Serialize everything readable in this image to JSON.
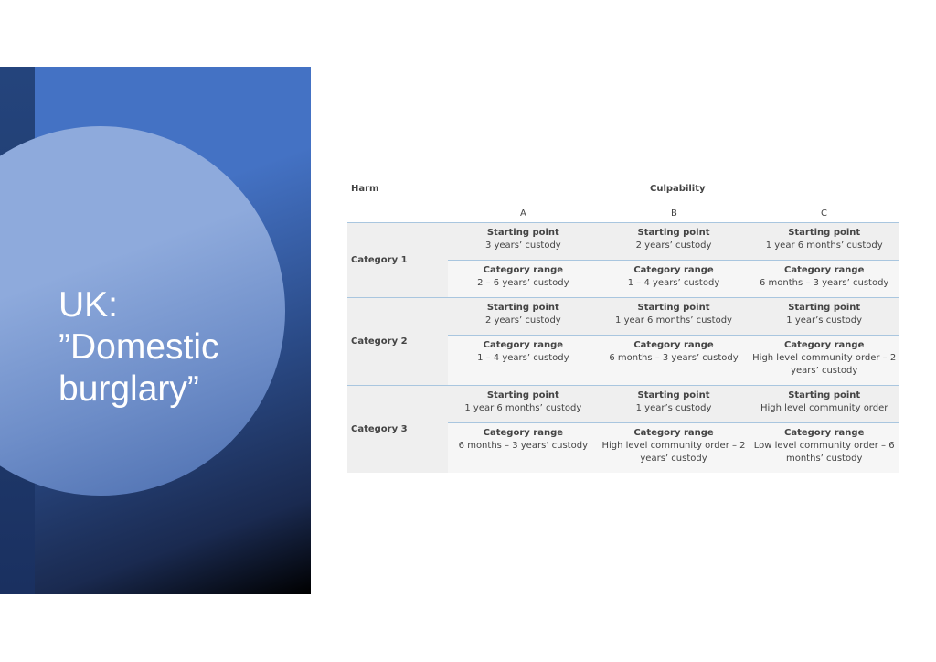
{
  "slide": {
    "title": "UK:\n”Domestic\nburglary”"
  },
  "table": {
    "harm_label": "Harm",
    "culpability_label": "Culpability",
    "columns": [
      "A",
      "B",
      "C"
    ],
    "rows": [
      {
        "category": "Category 1",
        "starting": [
          {
            "label": "Starting point",
            "value": "3 years’ custody"
          },
          {
            "label": "Starting point",
            "value": "2 years’ custody"
          },
          {
            "label": "Starting point",
            "value": "1 year 6 months’  custody"
          }
        ],
        "range": [
          {
            "label": "Category range",
            "value": "2 – 6 years’ custody"
          },
          {
            "label": "Category range",
            "value": "1 – 4 years’ custody"
          },
          {
            "label": "Category range",
            "value": "6 months – 3 years’ custody"
          }
        ]
      },
      {
        "category": "Category 2",
        "starting": [
          {
            "label": "Starting point",
            "value": "2 years’ custody"
          },
          {
            "label": "Starting point",
            "value": "1 year 6 months’  custody"
          },
          {
            "label": "Starting point",
            "value": "1 year’s custody"
          }
        ],
        "range": [
          {
            "label": "Category range",
            "value": "1 – 4 years’ custody"
          },
          {
            "label": "Category range",
            "value": "6 months – 3 years’ custody"
          },
          {
            "label": "Category range",
            "value": "High level community order – 2 years’ custody"
          }
        ]
      },
      {
        "category": "Category 3",
        "starting": [
          {
            "label": "Starting point",
            "value": "1 year 6 months’ custody"
          },
          {
            "label": "Starting point",
            "value": "1 year’s custody"
          },
          {
            "label": "Starting point",
            "value": "High level community order"
          }
        ],
        "range": [
          {
            "label": "Category range",
            "value": "6 months – 3 years’ custody"
          },
          {
            "label": "Category range",
            "value": "High level community order – 2 years’ custody"
          },
          {
            "label": "Category range",
            "value": "Low level community order – 6 months’ custody"
          }
        ]
      }
    ]
  }
}
